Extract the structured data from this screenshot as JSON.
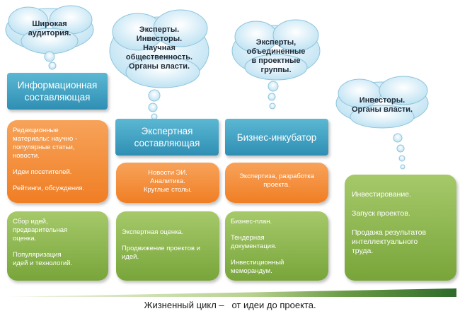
{
  "clouds": [
    {
      "id": "wide-audience",
      "text": "Широкая\nаудитория."
    },
    {
      "id": "experts-investors",
      "text": "Эксперты.\nИнвесторы.\nНаучная\nобщественность.\nОрганы власти."
    },
    {
      "id": "experts-groups",
      "text": "Эксперты,\nобъединенные\nв проектные\nгруппы."
    },
    {
      "id": "investors-authorities",
      "text": "Инвесторы.\nОрганы власти."
    }
  ],
  "headers": {
    "info": "Информационная\nсоставляющая",
    "expert": "Экспертная\nсоставляющая",
    "incubator": "Бизнес-инкубатор"
  },
  "info_orange": {
    "p1": "Редакционные\nматериалы: научно -\nпопулярные статьи,\nновости.",
    "p2": "Идеи посетителей.",
    "p3": "Рейтинги, обсуждения."
  },
  "info_green": {
    "p1": "Сбор идей,\nпредварительная\nоценка.",
    "p2": "Популяризация\nидей и технологий."
  },
  "expert_orange": {
    "p1": "Новости ЭИ.\nАналитика.\nКруглые столы."
  },
  "expert_green": {
    "p1": "Экспертная оценка.",
    "p2": "Продвижение проектов и\nидей."
  },
  "incubator_orange": {
    "p1": "Экспертиза, разработка\nпроекта."
  },
  "incubator_green": {
    "p1": "Бизнес-план.",
    "p2": "Тендерная\nдокументация.",
    "p3": "Инвестиционный\nмеморандум."
  },
  "investment_green": {
    "p1": "Инвестирование.",
    "p2": "Запуск проектов.",
    "p3": "Продажа результатов\nинтеллектуального\nтруда."
  },
  "footer": {
    "caption": "Жизненный цикл –   от идеи до проекта."
  },
  "colors": {
    "cloud_fill": "#c9e8f5",
    "cloud_stroke": "#8fc4dc",
    "header": "#3a9cc0",
    "orange": "#f28a30",
    "green": "#84b044",
    "lifecycle_light": "#c8dca8",
    "lifecycle_dark": "#3f7a33"
  }
}
